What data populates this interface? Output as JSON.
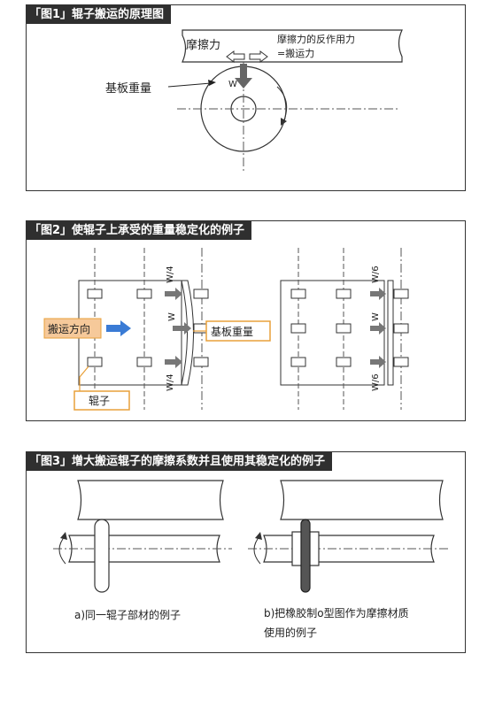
{
  "figure1": {
    "title": "「图1」辊子搬运的原理图",
    "friction_label": "摩擦力",
    "reaction_line1": "摩擦力的反作用力",
    "reaction_line2": "=搬运力",
    "weight_label": "基板重量",
    "w_label": "W"
  },
  "figure2": {
    "title": "「图2」使辊子上承受的重量稳定化的例子",
    "direction_label": "搬运方向",
    "weight_label": "基板重量",
    "roller_label": "辊子",
    "left_forces": [
      "W/4",
      "W",
      "W/4"
    ],
    "right_forces": [
      "W/6",
      "W",
      "W/6"
    ]
  },
  "figure3": {
    "title": "「图3」增大搬运辊子的摩擦系数并且使用其稳定化的例子",
    "caption_a": "a)同一辊子部材的例子",
    "caption_b_line1": "b)把橡胶制o型图作为摩擦材质",
    "caption_b_line2": "使用的例子"
  },
  "colors": {
    "title_bg": "#2f2f2f",
    "arrow_gray": "#777777",
    "blue_arrow": "#3a7bd5",
    "label_fill": "#f6c99a",
    "label_border": "#e8a03a"
  }
}
